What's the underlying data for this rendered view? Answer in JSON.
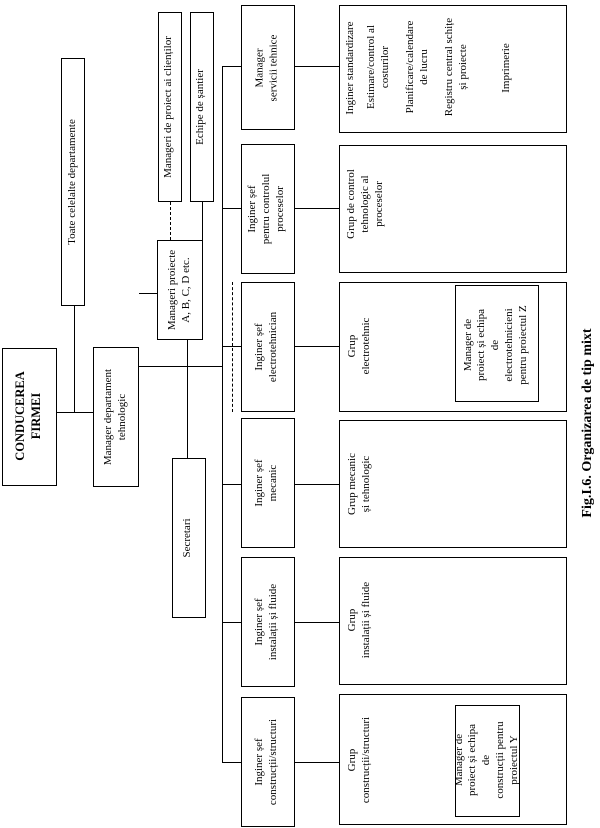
{
  "diagram": {
    "top": {
      "board": [
        "CONDUCEREA",
        "FIRMEI"
      ],
      "all_departments": [
        "Toate celelalte departamente"
      ],
      "tech_manager": [
        "Manager departament",
        "tehnologic"
      ],
      "secretary": [
        "Secretari"
      ],
      "project_managers": [
        "Manageri proiecte",
        "A, B, C, D etc."
      ],
      "client_managers": [
        "Manageri de proiect ai clienților"
      ],
      "site_teams": [
        "Echipe de șantier"
      ]
    },
    "chiefs": [
      [
        "Inginer șef",
        "construcții/structuri"
      ],
      [
        "Inginer șef",
        "instalații și fluide"
      ],
      [
        "Inginer șef",
        "mecanic"
      ],
      [
        "Inginer șef",
        "electrotehnician"
      ],
      [
        "Inginer șef",
        "pentru controlul",
        "proceselor"
      ],
      [
        "Manager",
        "servicii tehnice"
      ]
    ],
    "groups": [
      [
        "Grup",
        "construcții/structuri"
      ],
      [
        "Grup",
        "instalații și fluide"
      ],
      [
        "Grup mecanic",
        "și tehnologic"
      ],
      [
        "Grup",
        "electrotehnic"
      ],
      [
        "Grup de control",
        "tehnologic al",
        "proceselor"
      ]
    ],
    "project_teams": {
      "construction": [
        "Manager de",
        "proiect și echipa",
        "de",
        "construcții pentru",
        "proiectul Y"
      ],
      "electro": [
        "Manager de",
        "proiect și echipa",
        "de",
        "electrotehnicieni",
        "pentru proiectul Z"
      ]
    },
    "services": [
      [
        "Inginer standardizare"
      ],
      [
        "Estimare/control al",
        "costurilor"
      ],
      [
        "Planificare/calendare",
        "de lucru"
      ],
      [
        "Registru central schițe",
        "și proiecte"
      ],
      [
        "Imprimerie"
      ]
    ],
    "caption": "Fig.I.6. Organizarea de tip mixt"
  }
}
